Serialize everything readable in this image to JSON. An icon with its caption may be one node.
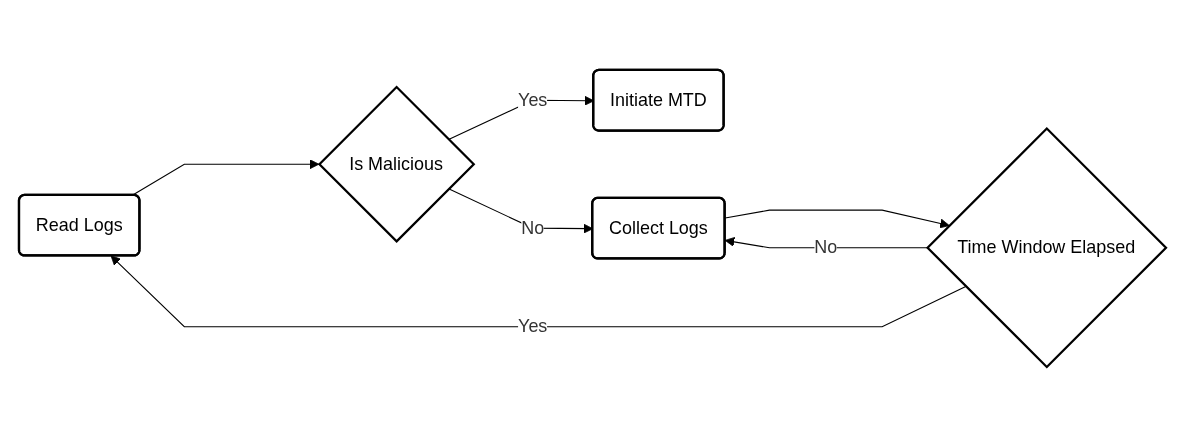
{
  "diagram": {
    "nodes": [
      {
        "text": [
          "Read Logs"
        ]
      },
      {
        "text": [
          "Time Window Elapsed"
        ]
      },
      {
        "text": [
          "Is Malicious"
        ]
      },
      {
        "text": [
          "Initiate MTD"
        ]
      },
      {
        "text": [
          "Collect Logs"
        ]
      }
    ],
    "edges": [
      {
        "from": 1,
        "to": 0,
        "arrow": "to",
        "label": "Yes"
      },
      {
        "from": 0,
        "to": 2,
        "arrow": "to"
      },
      {
        "from": 2,
        "to": 3,
        "arrow": "to",
        "label": "Yes"
      },
      {
        "from": 2,
        "to": 4,
        "arrow": "to",
        "label": "No"
      },
      {
        "from": 4,
        "to": 1,
        "arrow": "to"
      },
      {
        "from": 1,
        "to": 4,
        "arrow": "to",
        "label": "No"
      }
    ]
  }
}
